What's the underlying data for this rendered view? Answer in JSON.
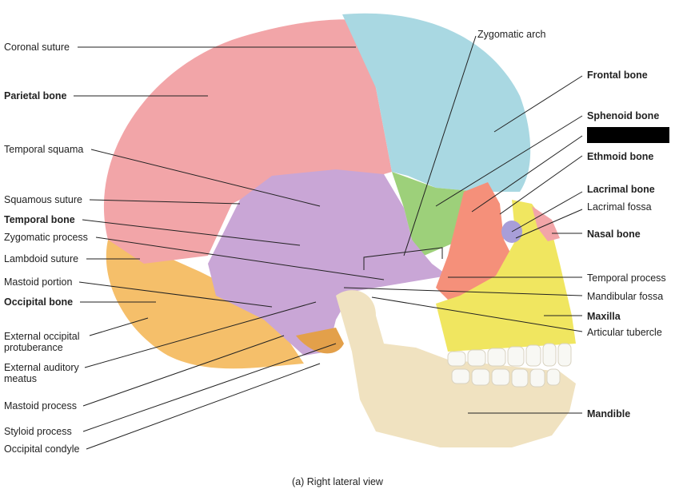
{
  "labels_left": {
    "coronal_suture": "Coronal suture",
    "parietal_bone": "Parietal bone",
    "temporal_squama": "Temporal squama",
    "squamous_suture": "Squamous suture",
    "temporal_bone": "Temporal bone",
    "zygomatic_process": "Zygomatic process",
    "lambdoid_suture": "Lambdoid suture",
    "mastoid_portion": "Mastoid portion",
    "occipital_bone": "Occipital bone",
    "external_occipital_protuberance": "External occipital protuberance",
    "external_auditory_meatus": "External auditory meatus",
    "mastoid_process": "Mastoid process",
    "styloid_process": "Styloid process",
    "occipital_condyle": "Occipital condyle"
  },
  "labels_right": {
    "zygomatic_arch": "Zygomatic arch",
    "frontal_bone": "Frontal bone",
    "sphenoid_bone": "Sphenoid bone",
    "ethmoid_bone": "Ethmoid bone",
    "lacrimal_bone": "Lacrimal bone",
    "lacrimal_fossa": "Lacrimal fossa",
    "nasal_bone": "Nasal bone",
    "temporal_process": "Temporal process",
    "mandibular_fossa": "Mandibular fossa",
    "maxilla": "Maxilla",
    "articular_tubercle": "Articular tubercle",
    "mandible": "Mandible"
  },
  "caption": "(a) Right lateral view",
  "colors": {
    "parietal": "#f2a5a8",
    "frontal": "#a9d8e2",
    "temporal": "#c9a6d6",
    "occipital": "#f5bf6a",
    "sphenoid": "#9dd07a",
    "zygomatic": "#f5907a",
    "maxilla": "#f0e660",
    "mandible": "#f0e2c0",
    "nasal": "#f2a5a8",
    "lacrimal": "#a89ed8",
    "teeth": "#f8f8f4",
    "redaction": "#000000"
  }
}
